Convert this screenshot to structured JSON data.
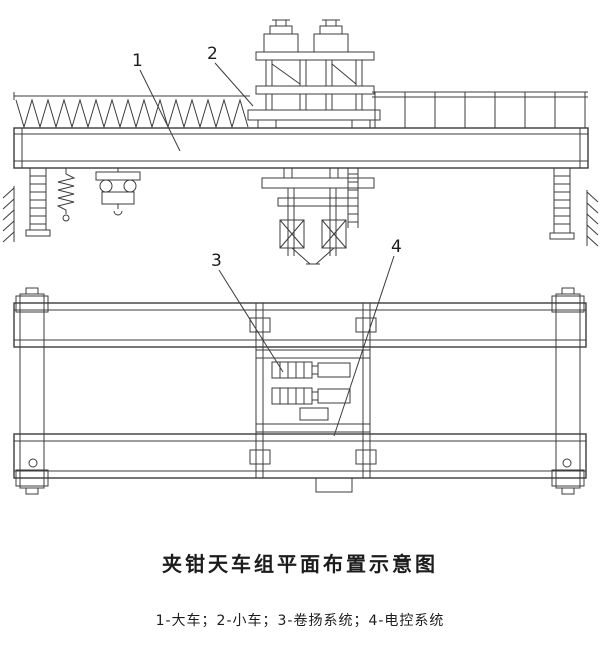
{
  "figure": {
    "title": "夹钳天车组平面布置示意图",
    "legend": "1-大车；2-小车；3-卷扬系统；4-电控系统",
    "callouts": {
      "bridge": "1",
      "trolley": "2",
      "hoist": "3",
      "electric": "4"
    },
    "colors": {
      "line": "#3c3c3c",
      "background": "#ffffff"
    }
  }
}
